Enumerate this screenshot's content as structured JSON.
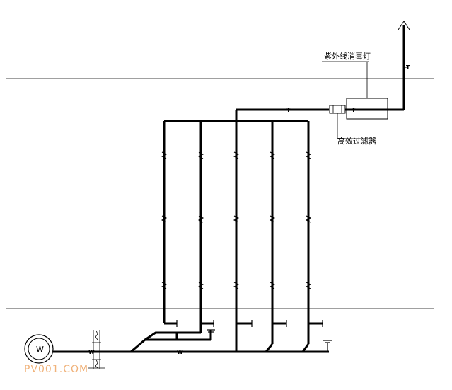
{
  "labels": {
    "uv_lamp": "紫外线消毒灯",
    "hepa_filter": "高效过滤器",
    "pump_symbol": "W",
    "valve_symbol": "W",
    "main_pipe_code": "W",
    "pipe_code_t": "T",
    "lamp_pipe_code": "T",
    "riser_pipe_code": "T"
  },
  "watermark": "PV001.COM",
  "colors": {
    "line": "#000000",
    "watermark": "#f0b27a"
  }
}
